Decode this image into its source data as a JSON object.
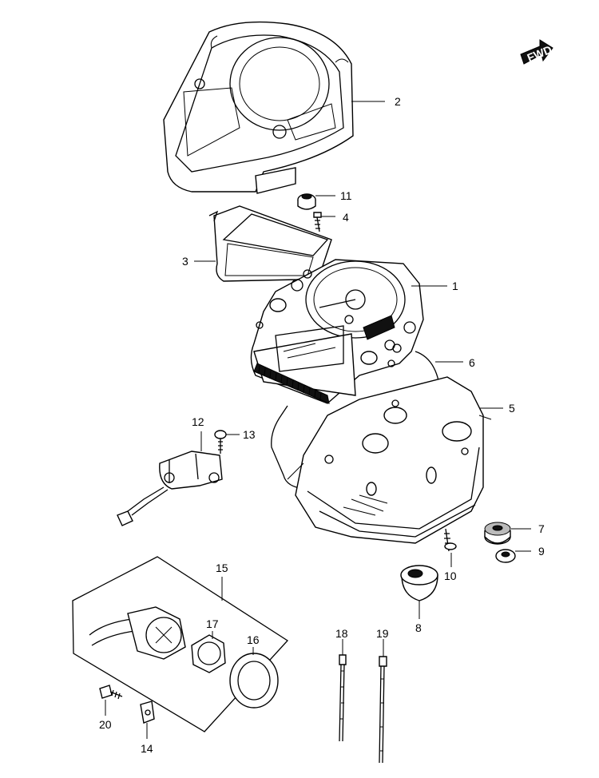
{
  "fwd_label": "FWD",
  "parts": [
    {
      "id": "1",
      "label": "1"
    },
    {
      "id": "2",
      "label": "2"
    },
    {
      "id": "3",
      "label": "3"
    },
    {
      "id": "4",
      "label": "4"
    },
    {
      "id": "5",
      "label": "5"
    },
    {
      "id": "6",
      "label": "6"
    },
    {
      "id": "7",
      "label": "7"
    },
    {
      "id": "8",
      "label": "8"
    },
    {
      "id": "9",
      "label": "9"
    },
    {
      "id": "10",
      "label": "10"
    },
    {
      "id": "11",
      "label": "11"
    },
    {
      "id": "12",
      "label": "12"
    },
    {
      "id": "13",
      "label": "13"
    },
    {
      "id": "14",
      "label": "14"
    },
    {
      "id": "15",
      "label": "15"
    },
    {
      "id": "16",
      "label": "16"
    },
    {
      "id": "17",
      "label": "17"
    },
    {
      "id": "18",
      "label": "18"
    },
    {
      "id": "19",
      "label": "19"
    },
    {
      "id": "20",
      "label": "20"
    }
  ]
}
